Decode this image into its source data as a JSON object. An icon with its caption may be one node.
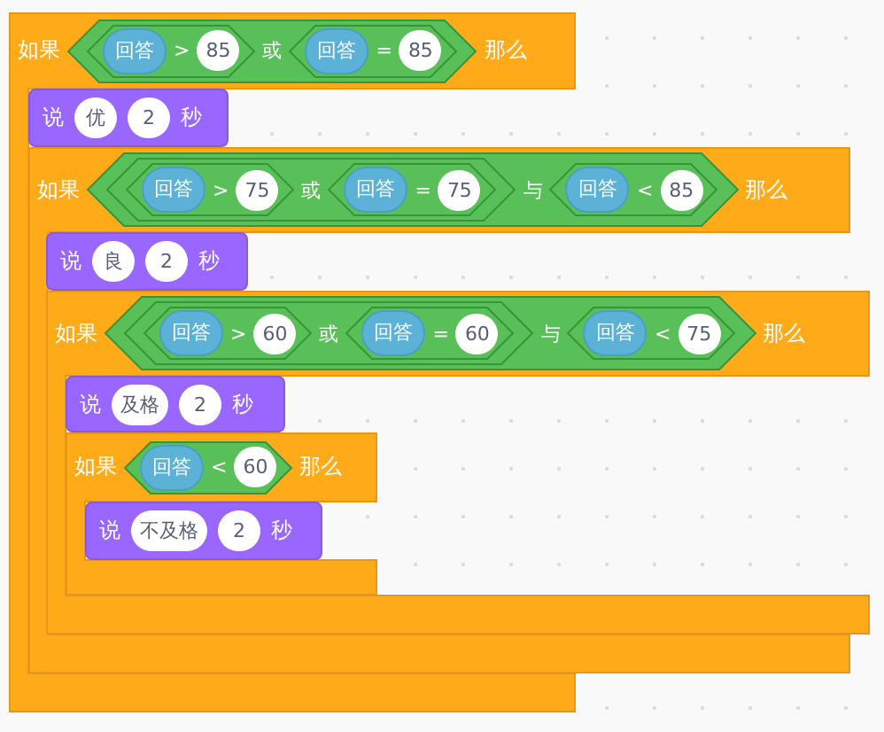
{
  "diagram": {
    "nodes": [
      {
        "text": [
          "如果",
          "那么"
        ]
      },
      {
        "text": [
          "或"
        ],
        "in": 0
      },
      {
        "text": [
          ">"
        ],
        "in": 1
      },
      {
        "text": [
          "回答"
        ],
        "in": 2
      },
      {
        "text": [
          "85"
        ],
        "in": 2
      },
      {
        "text": [
          "="
        ],
        "in": 1
      },
      {
        "text": [
          "回答"
        ],
        "in": 5
      },
      {
        "text": [
          "85"
        ],
        "in": 5
      },
      {
        "text": [
          "说",
          "秒"
        ],
        "in": 0
      },
      {
        "text": [
          "优"
        ],
        "in": 8
      },
      {
        "text": [
          "2"
        ],
        "in": 8
      },
      {
        "text": [
          "如果",
          "那么"
        ]
      },
      {
        "text": [
          "与"
        ],
        "in": 11
      },
      {
        "text": [
          "或"
        ],
        "in": 12
      },
      {
        "text": [
          ">"
        ],
        "in": 13
      },
      {
        "text": [
          "回答"
        ],
        "in": 14
      },
      {
        "text": [
          "75"
        ],
        "in": 14
      },
      {
        "text": [
          "="
        ],
        "in": 13
      },
      {
        "text": [
          "回答"
        ],
        "in": 17
      },
      {
        "text": [
          "75"
        ],
        "in": 17
      },
      {
        "text": [
          "<"
        ],
        "in": 12
      },
      {
        "text": [
          "回答"
        ],
        "in": 20
      },
      {
        "text": [
          "85"
        ],
        "in": 20
      },
      {
        "text": [
          "说",
          "秒"
        ],
        "in": 11
      },
      {
        "text": [
          "良"
        ],
        "in": 23
      },
      {
        "text": [
          "2"
        ],
        "in": 23
      },
      {
        "text": [
          "如果",
          "那么"
        ],
        "in": 11
      },
      {
        "text": [
          "与"
        ],
        "in": 26
      },
      {
        "text": [
          "或"
        ],
        "in": 27
      },
      {
        "text": [
          ">"
        ],
        "in": 28
      },
      {
        "text": [
          "回答"
        ],
        "in": 29
      },
      {
        "text": [
          "60"
        ],
        "in": 29
      },
      {
        "text": [
          "="
        ],
        "in": 28
      },
      {
        "text": [
          "回答"
        ],
        "in": 32
      },
      {
        "text": [
          "60"
        ],
        "in": 32
      },
      {
        "text": [
          "<"
        ],
        "in": 27
      },
      {
        "text": [
          "回答"
        ],
        "in": 35
      },
      {
        "text": [
          "75"
        ],
        "in": 35
      },
      {
        "text": [
          "说",
          "秒"
        ],
        "in": 26
      },
      {
        "text": [
          "及格"
        ],
        "in": 38
      },
      {
        "text": [
          "2"
        ],
        "in": 38
      },
      {
        "text": [
          "如果",
          "那么"
        ],
        "in": 26
      },
      {
        "text": [
          "<"
        ],
        "in": 41
      },
      {
        "text": [
          "回答"
        ],
        "in": 42
      },
      {
        "text": [
          "60"
        ],
        "in": 42
      },
      {
        "text": [
          "说",
          "秒"
        ],
        "in": 41
      },
      {
        "text": [
          "不及格"
        ],
        "in": 45
      },
      {
        "text": [
          "2"
        ],
        "in": 45
      }
    ]
  }
}
